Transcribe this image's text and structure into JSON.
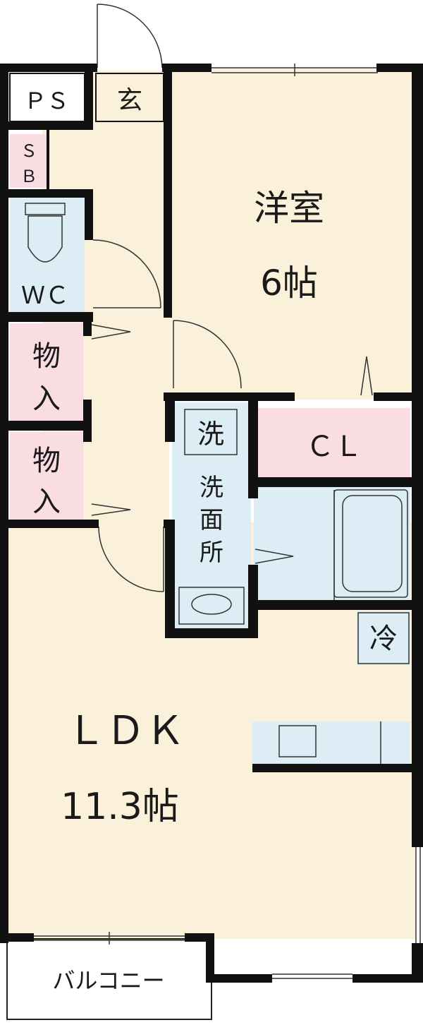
{
  "labels": {
    "ps": "ＰＳ",
    "entrance": "玄",
    "sb": [
      "Ｓ",
      "Ｂ"
    ],
    "wc": "ＷＣ",
    "storage1": [
      "物",
      "入"
    ],
    "storage2": [
      "物",
      "入"
    ],
    "western_room": "洋室",
    "western_room_size": "6帖",
    "washer": "洗",
    "closet": "ＣＬ",
    "washroom": [
      "洗",
      "面",
      "所"
    ],
    "fridge": "冷",
    "ldk": "ＬＤＫ",
    "ldk_size": "11.3帖",
    "balcony": "バルコニー"
  },
  "colors": {
    "floor": "#fbf1da",
    "wet_area": "#dcedf6",
    "storage": "#fadde3",
    "wall": "#111111",
    "fixture_line": "#7a8a96"
  }
}
